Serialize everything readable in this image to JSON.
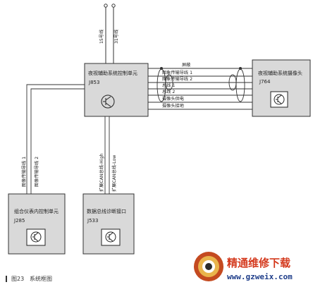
{
  "top_wires": {
    "w15": "15号线",
    "w31": "31号线"
  },
  "boxes": {
    "j853": {
      "title": "夜视辅助系统控制单元",
      "id": "J853"
    },
    "j764": {
      "title": "夜视辅助系统摄像头",
      "id": "J764"
    },
    "j285": {
      "title": "组合仪表内控制单元",
      "id": "J285"
    },
    "j533": {
      "title": "数据总线诊断接口",
      "id": "J533"
    }
  },
  "harness_labels": [
    "屏蔽",
    "图象传输导线 1",
    "图象传输导线 2",
    "总线 1",
    "总线 2",
    "摄像头供电",
    "摄像头接地"
  ],
  "left_wires": [
    "图像传输导线 1",
    "图像传输导线 2"
  ],
  "can_wires": [
    "扩展CAN总线-High",
    "扩展CAN总线-Low"
  ],
  "caption": {
    "number": "图23",
    "text": "系统框图"
  },
  "watermark": {
    "name": "精通维修下载",
    "url": "www.gzweix.com"
  },
  "colors": {
    "box_fill": "#d9d9d9",
    "line": "#333333",
    "watermark_red": "#d43a1e",
    "watermark_blue": "#1f3e8a"
  }
}
